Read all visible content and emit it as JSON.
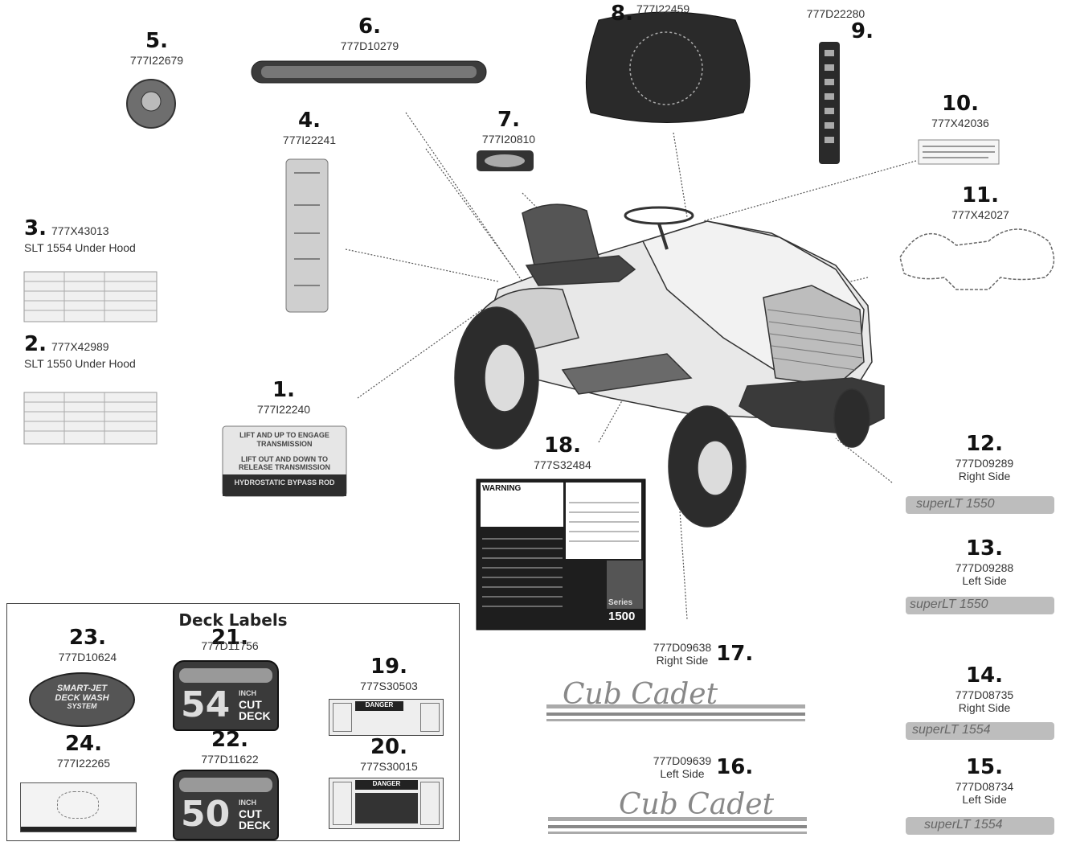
{
  "callouts": [
    {
      "num": "1.",
      "part": "777I22240"
    },
    {
      "num": "2.",
      "part": "777X42989",
      "desc": "SLT 1550 Under Hood"
    },
    {
      "num": "3.",
      "part": "777X43013",
      "desc": "SLT 1554 Under Hood"
    },
    {
      "num": "4.",
      "part": "777I22241"
    },
    {
      "num": "5.",
      "part": "777I22679"
    },
    {
      "num": "6.",
      "part": "777D10279"
    },
    {
      "num": "7.",
      "part": "777I20810"
    },
    {
      "num": "8.",
      "part": "777I22459"
    },
    {
      "num": "9.",
      "part": "777D22280"
    },
    {
      "num": "10.",
      "part": "777X42036"
    },
    {
      "num": "11.",
      "part": "777X42027"
    },
    {
      "num": "12.",
      "part": "777D09289",
      "side": "Right Side"
    },
    {
      "num": "13.",
      "part": "777D09288",
      "side": "Left Side"
    },
    {
      "num": "14.",
      "part": "777D08735",
      "side": "Right Side"
    },
    {
      "num": "15.",
      "part": "777D08734",
      "side": "Left Side"
    },
    {
      "num": "16.",
      "part": "777D09639",
      "side": "Left Side"
    },
    {
      "num": "17.",
      "part": "777D09638",
      "side": "Right Side"
    },
    {
      "num": "18.",
      "part": "777S32484"
    },
    {
      "num": "19.",
      "part": "777S30503"
    },
    {
      "num": "20.",
      "part": "777S30015"
    },
    {
      "num": "21.",
      "part": "777D11756"
    },
    {
      "num": "22.",
      "part": "777D11622"
    },
    {
      "num": "23.",
      "part": "777D10624"
    },
    {
      "num": "24.",
      "part": "777I22265"
    }
  ],
  "deck_section": {
    "title": "Deck Labels"
  },
  "sticker_text": {
    "l1_top": "LIFT AND UP TO ENGAGE TRANSMISSION",
    "l1_mid": "LIFT OUT AND DOWN TO RELEASE TRANSMISSION",
    "l1_bar": "HYDROSTATIC BYPASS ROD",
    "brand": "Cub Cadet",
    "lt1550": "superLT 1550",
    "lt1554": "superLT 1554",
    "warn": "WARNING",
    "danger": "DANGER",
    "series": "Series",
    "series_num": "1500",
    "deck54": "54",
    "deck50": "50",
    "cut": "CUT",
    "deck": "DECK",
    "inch": "INCH",
    "smartjet": "SMART-JET",
    "deckwash": "DECK WASH",
    "system": "SYSTEM"
  },
  "colors": {
    "dark": "#1e1e1e",
    "mid": "#7a7a7a",
    "light": "#d0d0d0"
  }
}
